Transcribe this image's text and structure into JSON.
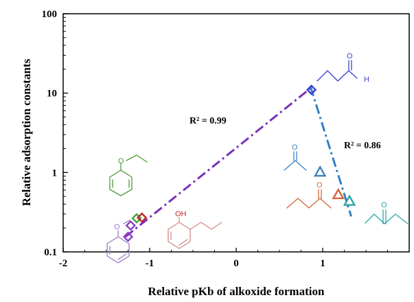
{
  "chart_data": {
    "type": "scatter",
    "title": "",
    "xlabel": "Relative pKb of alkoxide formation",
    "ylabel": "Relative adsorption constants",
    "xlim": [
      -2,
      2
    ],
    "ylim": [
      0.1,
      100
    ],
    "yscale": "log",
    "x_ticks": [
      -2,
      -1,
      0,
      1
    ],
    "x_tick_labels": [
      "-2",
      "-1",
      "0",
      "1"
    ],
    "y_ticks": [
      0.1,
      1,
      10,
      100
    ],
    "y_tick_labels": [
      "0.1",
      "1",
      "10",
      "100"
    ],
    "grid": false,
    "series": [
      {
        "marker": "diamond",
        "color_by_point": true,
        "points": [
          {
            "x": -1.25,
            "y": 0.155,
            "color": "#8a3fc0"
          },
          {
            "x": -1.22,
            "y": 0.215,
            "color": "#8a3fc0"
          },
          {
            "x": -1.15,
            "y": 0.265,
            "color": "#4e9a3a"
          },
          {
            "x": -1.09,
            "y": 0.27,
            "color": "#c0262b"
          },
          {
            "x": 0.87,
            "y": 11.0,
            "color": "#3a3fd0"
          }
        ]
      },
      {
        "marker": "triangle",
        "color_by_point": true,
        "points": [
          {
            "x": 0.97,
            "y": 1.0,
            "color": "#3d82c4"
          },
          {
            "x": 1.18,
            "y": 0.52,
            "color": "#d3663a"
          },
          {
            "x": 1.31,
            "y": 0.43,
            "color": "#2aa6a6"
          }
        ]
      }
    ],
    "fits": [
      {
        "x": [
          -1.28,
          0.88
        ],
        "y": [
          0.155,
          12.0
        ],
        "color": "#7a2fb8",
        "style": "dash-dot",
        "r2_label": "R² = 0.99"
      },
      {
        "x": [
          0.86,
          1.33
        ],
        "y": [
          12.0,
          0.28
        ],
        "color": "#2f7fc8",
        "style": "dash-dot",
        "r2_label": "R² = 0.86"
      }
    ]
  },
  "colors": {
    "axis": "#000000",
    "fit_diamond": "#7a2fb8",
    "fit_triangle": "#2f7fc8"
  },
  "molecules": {
    "butanal": {
      "atoms": [
        "O",
        "H"
      ],
      "color": "#3a3fd0"
    },
    "acetone": {
      "atoms": [
        "O"
      ],
      "color": "#3d82c4"
    },
    "pentanone_2": {
      "atoms": [
        "O"
      ],
      "color": "#d3663a"
    },
    "pentanone_3": {
      "atoms": [
        "O"
      ],
      "color": "#2aa6a6"
    },
    "phenetole": {
      "atoms": [
        "O"
      ],
      "color": "#4e9a3a"
    },
    "anisole": {
      "atoms": [
        "O"
      ],
      "color": "#9a7ac8"
    },
    "propylphenol": {
      "atoms": [
        "OH"
      ],
      "color": "#d08a88"
    }
  }
}
